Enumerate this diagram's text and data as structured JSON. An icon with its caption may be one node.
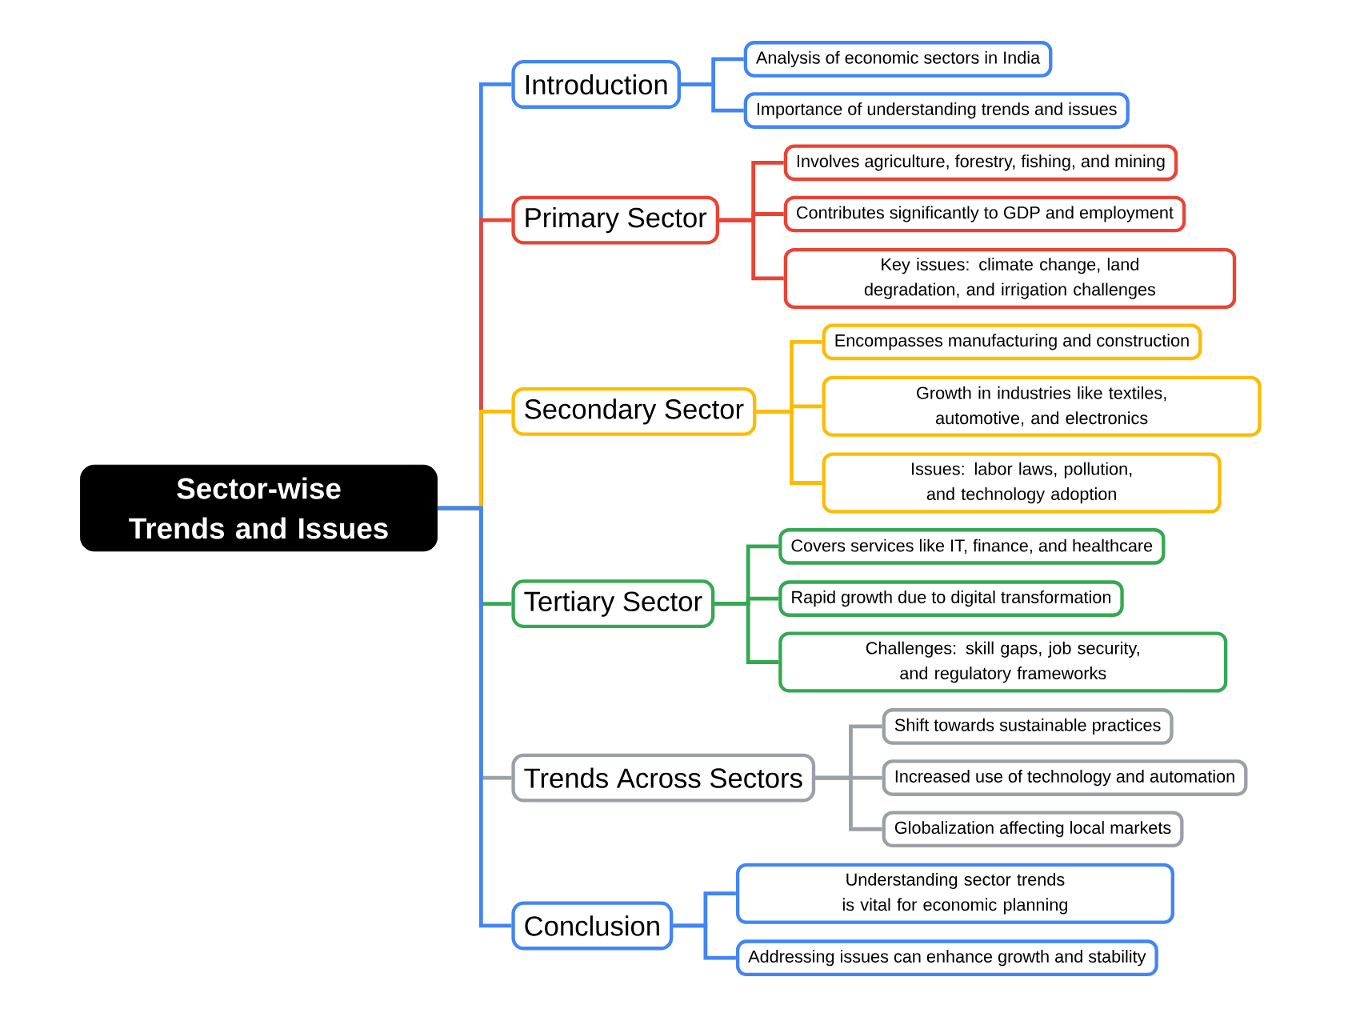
{
  "diagram": {
    "nodes": [
      {
        "text": [
          "Sector-wise Trends and Issues"
        ]
      },
      {
        "text": [
          "Introduction"
        ]
      },
      {
        "text": [
          "Analysis of economic sectors in India"
        ]
      },
      {
        "text": [
          "Importance of understanding trends and issues"
        ]
      },
      {
        "text": [
          "Primary Sector"
        ]
      },
      {
        "text": [
          "Involves agriculture, forestry, fishing, and mining"
        ]
      },
      {
        "text": [
          "Contributes significantly to GDP and employment"
        ]
      },
      {
        "text": [
          "Key issues: climate change, land degradation, and irrigation challenges"
        ]
      },
      {
        "text": [
          "Secondary Sector"
        ]
      },
      {
        "text": [
          "Encompasses manufacturing and construction"
        ]
      },
      {
        "text": [
          "Growth in industries like textiles, automotive, and electronics"
        ]
      },
      {
        "text": [
          "Issues: labor laws, pollution, and technology adoption"
        ]
      },
      {
        "text": [
          "Tertiary Sector"
        ]
      },
      {
        "text": [
          "Covers services like IT, finance, and healthcare"
        ]
      },
      {
        "text": [
          "Rapid growth due to digital transformation"
        ]
      },
      {
        "text": [
          "Challenges: skill gaps, job security, and regulatory frameworks"
        ]
      },
      {
        "text": [
          "Trends Across Sectors"
        ]
      },
      {
        "text": [
          "Shift towards sustainable practices"
        ]
      },
      {
        "text": [
          "Increased use of technology and automation"
        ]
      },
      {
        "text": [
          "Globalization affecting local markets"
        ]
      },
      {
        "text": [
          "Conclusion"
        ]
      },
      {
        "text": [
          "Understanding sector trends is vital for economic planning"
        ]
      },
      {
        "text": [
          "Addressing issues can enhance growth and stability"
        ]
      }
    ],
    "edges": [
      {
        "from": 0,
        "to": 1,
        "arrow": "none",
        "color": "#4285f4"
      },
      {
        "from": 1,
        "to": 2,
        "arrow": "none",
        "color": "#4285f4"
      },
      {
        "from": 1,
        "to": 3,
        "arrow": "none",
        "color": "#4285f4"
      },
      {
        "from": 0,
        "to": 4,
        "arrow": "none",
        "color": "#ea4335"
      },
      {
        "from": 4,
        "to": 5,
        "arrow": "none",
        "color": "#ea4335"
      },
      {
        "from": 4,
        "to": 6,
        "arrow": "none",
        "color": "#ea4335"
      },
      {
        "from": 4,
        "to": 7,
        "arrow": "none",
        "color": "#ea4335"
      },
      {
        "from": 0,
        "to": 8,
        "arrow": "none",
        "color": "#fbbc04"
      },
      {
        "from": 8,
        "to": 9,
        "arrow": "none",
        "color": "#fbbc04"
      },
      {
        "from": 8,
        "to": 10,
        "arrow": "none",
        "color": "#fbbc04"
      },
      {
        "from": 8,
        "to": 11,
        "arrow": "none",
        "color": "#fbbc04"
      },
      {
        "from": 0,
        "to": 12,
        "arrow": "none",
        "color": "#34a853"
      },
      {
        "from": 12,
        "to": 13,
        "arrow": "none",
        "color": "#34a853"
      },
      {
        "from": 12,
        "to": 14,
        "arrow": "none",
        "color": "#34a853"
      },
      {
        "from": 12,
        "to": 15,
        "arrow": "none",
        "color": "#34a853"
      },
      {
        "from": 0,
        "to": 16,
        "arrow": "none",
        "color": "#9aa0a6"
      },
      {
        "from": 16,
        "to": 17,
        "arrow": "none",
        "color": "#9aa0a6"
      },
      {
        "from": 16,
        "to": 18,
        "arrow": "none",
        "color": "#9aa0a6"
      },
      {
        "from": 16,
        "to": 19,
        "arrow": "none",
        "color": "#9aa0a6"
      },
      {
        "from": 0,
        "to": 20,
        "arrow": "none",
        "color": "#4285f4"
      },
      {
        "from": 20,
        "to": 21,
        "arrow": "none",
        "color": "#4285f4"
      },
      {
        "from": 20,
        "to": 22,
        "arrow": "none",
        "color": "#4285f4"
      }
    ]
  }
}
